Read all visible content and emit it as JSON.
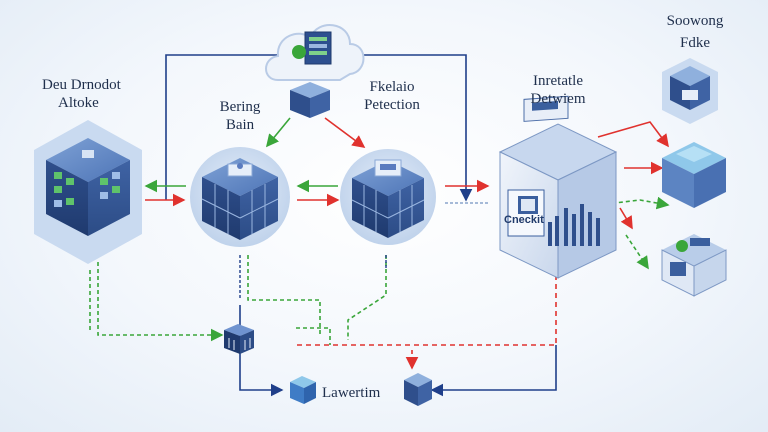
{
  "labels": {
    "top_left_line1": "Deu Drnodot",
    "top_left_line2": "Altoke",
    "bering_line1": "Bering",
    "bering_line2": "Bain",
    "feature_line1": "Fkelaio",
    "feature_line2": "Petection",
    "interest_line1": "Inretatle",
    "interest_line2": "Detwiem",
    "top_right_line1": "Soowong",
    "top_right_line2": "Fdke",
    "server_badge": "Cneckit",
    "bottom_node": "Lawertim"
  },
  "colors": {
    "navy_arrow": "#1f3f8a",
    "red_arrow": "#e0322e",
    "green_arrow": "#3aa63a",
    "cube_blue": "#3b5f9e",
    "circle_fill": "#d3e1f2"
  },
  "icons": [
    "cloud-icon",
    "server-icon",
    "cube-icon",
    "database-icon"
  ]
}
